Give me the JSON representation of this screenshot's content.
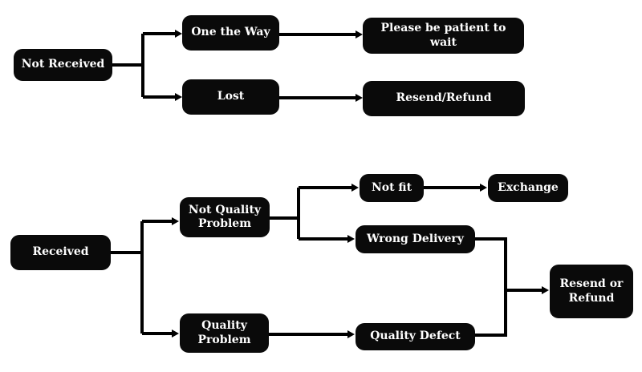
{
  "colors": {
    "background": "#ffffff",
    "node_fill": "#0a0a0a",
    "node_text": "#ffffff",
    "connector": "#000000"
  },
  "nodes": {
    "not_received": {
      "label": "Not Received"
    },
    "one_the_way": {
      "label": "One the Way"
    },
    "please_wait": {
      "label": "Please be patient to wait"
    },
    "lost": {
      "label": "Lost"
    },
    "resend_refund": {
      "label": "Resend/Refund"
    },
    "received": {
      "label": "Received"
    },
    "not_quality_problem": {
      "label": "Not Quality Problem"
    },
    "not_fit": {
      "label": "Not fit"
    },
    "exchange": {
      "label": "Exchange"
    },
    "wrong_delivery": {
      "label": "Wrong Delivery"
    },
    "quality_problem": {
      "label": "Quality Problem"
    },
    "quality_defect": {
      "label": "Quality Defect"
    },
    "resend_or_refund": {
      "label": "Resend or Refund"
    }
  },
  "edges": [
    {
      "from": "not_received",
      "to": "one_the_way"
    },
    {
      "from": "not_received",
      "to": "lost"
    },
    {
      "from": "one_the_way",
      "to": "please_wait"
    },
    {
      "from": "lost",
      "to": "resend_refund"
    },
    {
      "from": "received",
      "to": "not_quality_problem"
    },
    {
      "from": "received",
      "to": "quality_problem"
    },
    {
      "from": "not_quality_problem",
      "to": "not_fit"
    },
    {
      "from": "not_quality_problem",
      "to": "wrong_delivery"
    },
    {
      "from": "not_fit",
      "to": "exchange"
    },
    {
      "from": "wrong_delivery",
      "to": "resend_or_refund"
    },
    {
      "from": "quality_problem",
      "to": "quality_defect"
    },
    {
      "from": "quality_defect",
      "to": "resend_or_refund"
    }
  ]
}
